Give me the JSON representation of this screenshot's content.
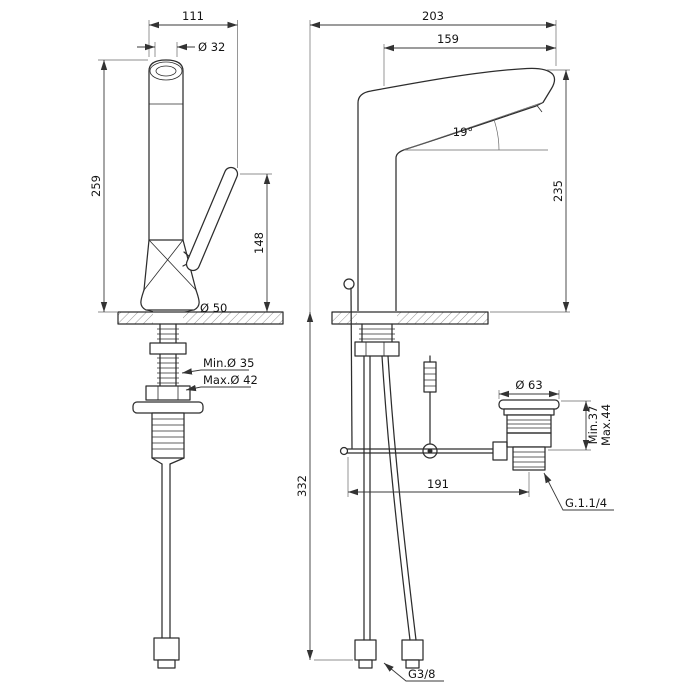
{
  "front_view": {
    "overall_width": "111",
    "spout_diameter": "Ø 32",
    "total_height": "259",
    "handle_height": "148",
    "base_diameter": "Ø 50",
    "hole_diameter_min": "Min.Ø 35",
    "hole_diameter_max": "Max.Ø 42"
  },
  "side_view": {
    "overall_depth": "203",
    "spout_reach": "159",
    "spout_angle": "19°",
    "spout_height": "235",
    "below_deck_length": "332",
    "rod_reach": "191",
    "waste_flange_diameter": "Ø 63",
    "waste_min": "Min.37",
    "waste_max": "Max.44",
    "waste_thread": "G.1.1/4",
    "supply_thread": "G3/8"
  },
  "colors": {
    "outline": "#2d2d2d",
    "dimension": "#3a3a3a",
    "background": "#ffffff"
  }
}
